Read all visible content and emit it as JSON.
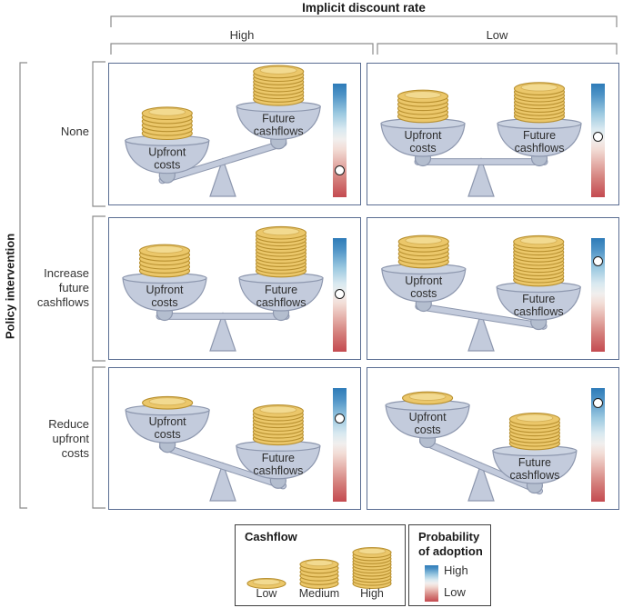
{
  "header": {
    "title": "Implicit discount rate",
    "columns": [
      "High",
      "Low"
    ]
  },
  "axis": {
    "title": "Policy intervention",
    "rows": [
      "None",
      "Increase\nfuture\ncashflows",
      "Reduce\nupfront\ncosts"
    ]
  },
  "pans": {
    "left": "Upfront costs",
    "right": "Future cashflows"
  },
  "cells": [
    {
      "policy": "None",
      "discount_rate": "High",
      "tilt_deg": -17,
      "upfront_coins": 6,
      "future_coins": 9,
      "dot_fraction": 0.76
    },
    {
      "policy": "None",
      "discount_rate": "Low",
      "tilt_deg": 0,
      "upfront_coins": 6,
      "future_coins": 9,
      "dot_fraction": 0.47
    },
    {
      "policy": "Increase future cashflows",
      "discount_rate": "High",
      "tilt_deg": 0,
      "upfront_coins": 6,
      "future_coins": 12,
      "dot_fraction": 0.49
    },
    {
      "policy": "Increase future cashflows",
      "discount_rate": "Low",
      "tilt_deg": 9,
      "upfront_coins": 6,
      "future_coins": 12,
      "dot_fraction": 0.2
    },
    {
      "policy": "Reduce upfront costs",
      "discount_rate": "High",
      "tilt_deg": 18,
      "upfront_coins": 1,
      "future_coins": 9,
      "dot_fraction": 0.27
    },
    {
      "policy": "Reduce upfront costs",
      "discount_rate": "Low",
      "tilt_deg": 23,
      "upfront_coins": 1,
      "future_coins": 8,
      "dot_fraction": 0.13
    }
  ],
  "legend": {
    "cashflow": {
      "title": "Cashflow",
      "items": [
        {
          "label": "Low",
          "coins": 1
        },
        {
          "label": "Medium",
          "coins": 6
        },
        {
          "label": "High",
          "coins": 11
        }
      ]
    },
    "probability": {
      "title": "Probability\nof adoption",
      "high": "High",
      "low": "Low"
    }
  },
  "colors": {
    "adoption_high": "#2e7bb8",
    "adoption_low": "#c44a50",
    "coin": "#ebc76a",
    "coin_outline": "#b8902f",
    "coin_highlight": "#f2da90",
    "scale_fill": "#c3cbdc",
    "scale_outline": "#8d97ae",
    "panel_border": "#5a6d92",
    "bracket": "#8c8c8c"
  }
}
